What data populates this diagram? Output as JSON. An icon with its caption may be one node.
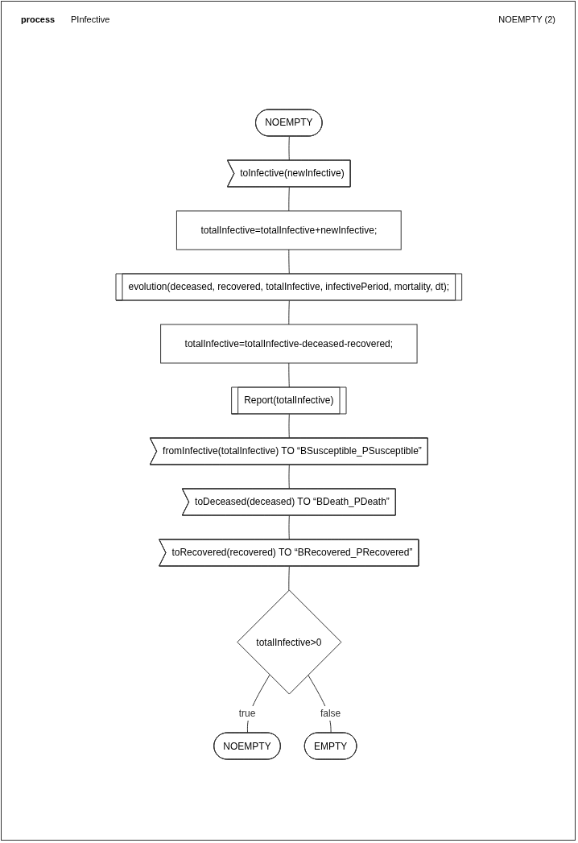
{
  "diagram": {
    "nodes": [
      {
        "text": [
          "NOEMPTY"
        ]
      },
      {
        "text": [
          "toInfective(newInfective)"
        ]
      },
      {
        "text": [
          "totalInfective=totalInfective+newInfective;"
        ]
      },
      {
        "text": [
          "evolution(deceased, recovered, totalInfective, infectivePeriod, mortality, dt);"
        ]
      },
      {
        "text": [
          "totalInfective=totalInfective-deceased-recovered;"
        ]
      },
      {
        "text": [
          "Report(totalInfective)"
        ]
      },
      {
        "text": [
          "fromInfective(totalInfective) TO “BSusceptible_PSusceptible”"
        ]
      },
      {
        "text": [
          "toDeceased(deceased) TO “BDeath_PDeath”"
        ]
      },
      {
        "text": [
          "toRecovered(recovered) TO “BRecovered_PRecovered”"
        ]
      },
      {
        "text": [
          "totalInfective>0"
        ]
      },
      {
        "text": [
          "NOEMPTY"
        ]
      },
      {
        "text": [
          "EMPTY"
        ]
      }
    ],
    "edges": [
      {
        "from": 0,
        "to": 1,
        "arrow": "none"
      },
      {
        "from": 1,
        "to": 2,
        "arrow": "none"
      },
      {
        "from": 2,
        "to": 3,
        "arrow": "none"
      },
      {
        "from": 3,
        "to": 4,
        "arrow": "none"
      },
      {
        "from": 4,
        "to": 5,
        "arrow": "none"
      },
      {
        "from": 5,
        "to": 6,
        "arrow": "none"
      },
      {
        "from": 6,
        "to": 7,
        "arrow": "none"
      },
      {
        "from": 7,
        "to": 8,
        "arrow": "none"
      },
      {
        "from": 8,
        "to": 9,
        "arrow": "none"
      },
      {
        "from": 9,
        "to": 10,
        "label": "true",
        "arrow": "none"
      },
      {
        "from": 9,
        "to": 11,
        "label": "false",
        "arrow": "none"
      }
    ],
    "labels": [
      "process",
      "PInfective",
      "NOEMPTY (2)"
    ]
  }
}
